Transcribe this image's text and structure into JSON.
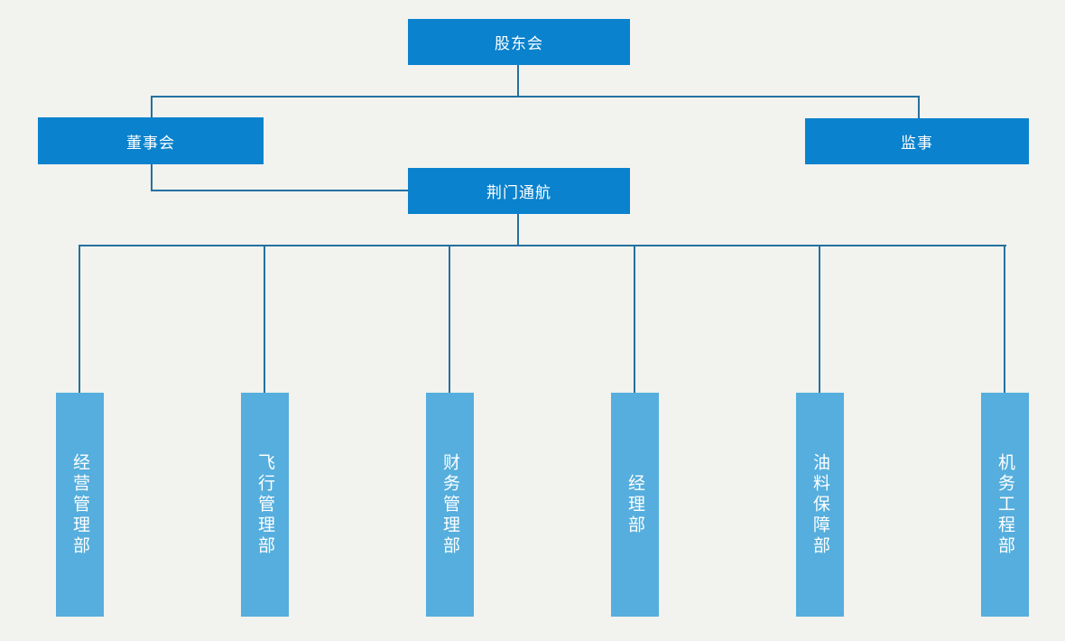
{
  "diagram": {
    "type": "org-chart",
    "nodes": {
      "shareholders": "股东会",
      "board": "董事会",
      "supervisor": "监事",
      "company": "荆门通航",
      "departments": [
        "经营管理部",
        "飞行管理部",
        "财务管理部",
        "经理部",
        "油料保障部",
        "机务工程部"
      ]
    },
    "hierarchy": {
      "root": "股东会",
      "root_children": [
        "董事会",
        "监事"
      ],
      "board_child": "荆门通航",
      "company_children": [
        "经营管理部",
        "飞行管理部",
        "财务管理部",
        "经理部",
        "油料保障部",
        "机务工程部"
      ]
    },
    "colors": {
      "background": "#f2f2ef",
      "primary_box": "#0a82cd",
      "department_box": "#55aedd",
      "connector": "#24719f",
      "text": "#ffffff"
    }
  }
}
